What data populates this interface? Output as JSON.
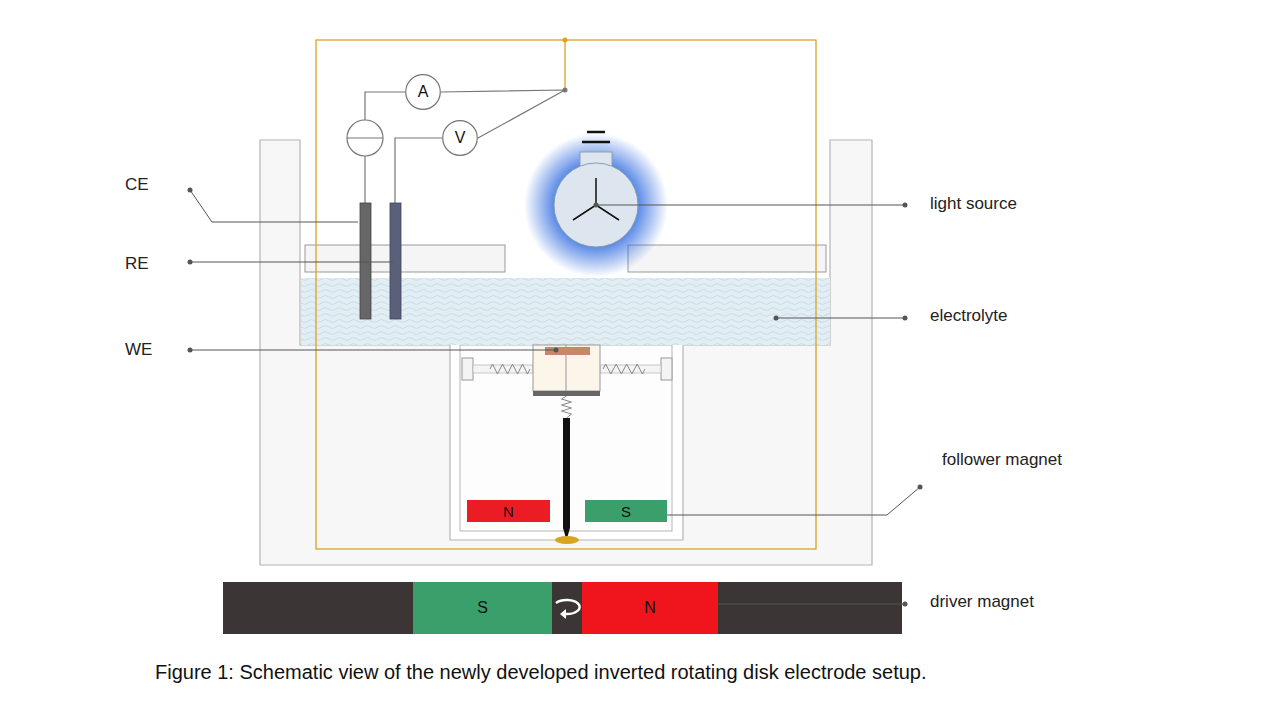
{
  "diagram": {
    "caption": "Figure 1: Schematic view of the newly developed inverted rotating disk electrode setup.",
    "nodes": [
      {
        "text": [
          "A"
        ]
      },
      {
        "text": [
          "V"
        ]
      },
      {
        "text": [
          "N"
        ]
      },
      {
        "text": [
          "S"
        ]
      },
      {
        "text": [
          "S"
        ]
      },
      {
        "text": [
          "N"
        ]
      }
    ],
    "edges": [
      {
        "from": 0,
        "to": 1,
        "arrow": "none"
      }
    ],
    "labels": [
      "CE",
      "RE",
      "WE",
      "light source",
      "electrolyte",
      "follower magnet",
      "driver magnet"
    ]
  }
}
